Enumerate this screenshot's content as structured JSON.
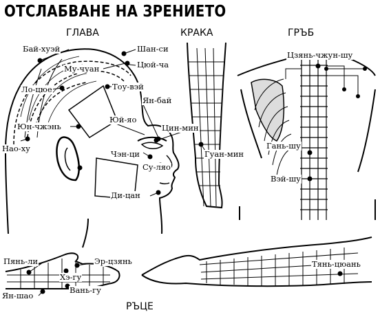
{
  "title": "ОТСЛАБВАНЕ НА ЗРЕНИЕТО",
  "sections": {
    "head": "ГЛАВА",
    "legs": "КРАКА",
    "back": "ГРЪБ",
    "hands": "РЪЦЕ"
  },
  "points": {
    "bai_huei": "Бай-хуэй",
    "shan_si": "Шан-си",
    "mu_chuan": "Му-чуан",
    "tsyu_cha": "Цюй-ча",
    "lo_tsoe": "Ло-цюе",
    "tou_vei": "Тоу-вэй",
    "yan_bai": "Ян-бай",
    "yui_yao": "Юй-яо",
    "yun_chzhen": "Юн-чжэнь",
    "tsin_min": "Цин-мин",
    "nao_hu": "Нао-ху",
    "chzhen_tsi": "Чэн-ци",
    "su_lyao": "Су-ляо",
    "di_tsan": "Ди-цан",
    "guan_min": "Гуан-мин",
    "tsyan_chzhun_shu": "Цзянь-чжун-шу",
    "gan_shu": "Гань-шу",
    "vei_shu": "Вэй-шу",
    "pyan_li": "Пянь-ли",
    "er_tsyan": "Эр-цзянь",
    "he_gu": "Хэ-гу",
    "yan_shao": "Ян-шао",
    "van_gu": "Вань-гу",
    "tyan_tsoan": "Тянь-цюань"
  }
}
